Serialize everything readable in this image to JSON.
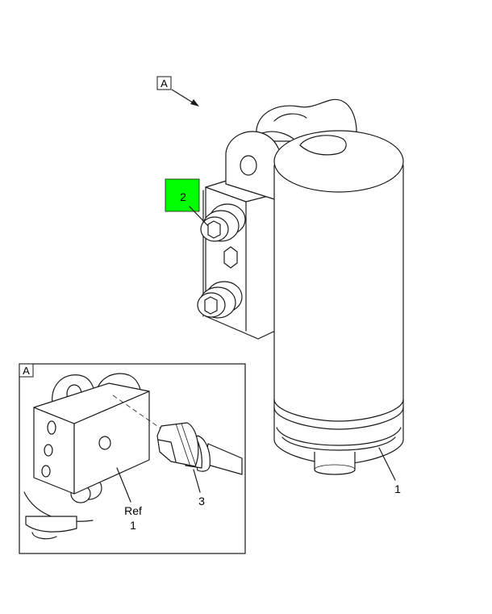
{
  "view_label_main": "A",
  "view_label_detail": "A",
  "callouts": {
    "item_1": "1",
    "item_2": "2",
    "item_3": "3",
    "ref_line1": "Ref",
    "ref_line2": "1"
  },
  "colors": {
    "highlight": "#00ff00",
    "line": "#1a1a1a"
  }
}
